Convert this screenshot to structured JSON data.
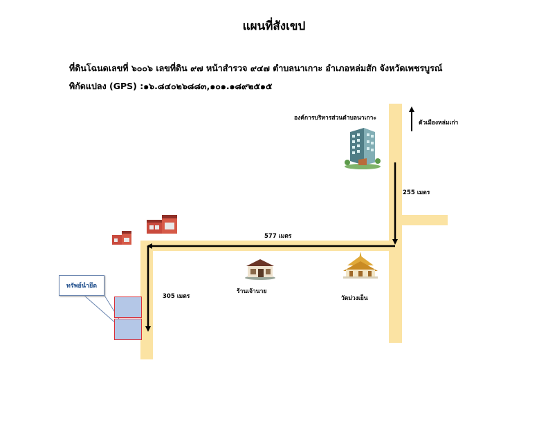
{
  "title": "แผนที่สังเขป",
  "info": {
    "line1": "ที่ดินโฉนดเลขที่ ๖๐๐๖ เลขที่ดิน ๙๗ หน้าสำรวจ ๙๔๗ ตำบลนาเกาะ อำเภอหล่มสัก จังหวัดเพชรบูรณ์",
    "line2": "พิกัดแปลง (GPS) :๑๖.๘๔๐๒๖๘๘๓,๑๐๑.๑๘๙๒๕๑๕"
  },
  "landmarks": {
    "sao": "องค์การบริหารส่วนตำบลนาเกาะ",
    "north": "ตัวเมืองหล่มเก่า",
    "shop": "ร้านเจ้านาย",
    "temple": "วัดม่วงเย็น",
    "property": "ทรัพย์นำยึด"
  },
  "distances": {
    "d1": "255 เมตร",
    "d2": "577 เมตร",
    "d3": "305 เมตร"
  },
  "colors": {
    "road": "#fbe3a3",
    "parcel_fill": "#b4c7e7",
    "parcel_border": "#d9303a",
    "callout_text": "#1f4e8c"
  }
}
